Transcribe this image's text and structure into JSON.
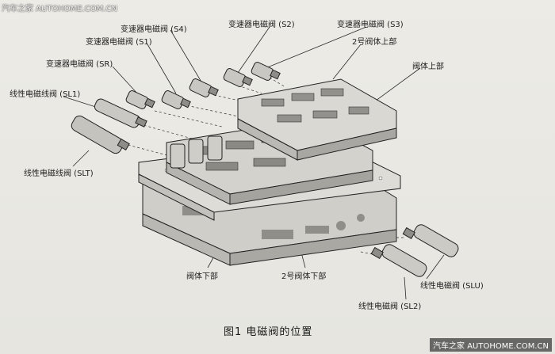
{
  "watermark": {
    "top_left": "汽车之家 AUTOHOME.COM.CN",
    "bottom_right": "汽车之家 AUTOHOME.COM.CN"
  },
  "labels": {
    "s4": "变速器电磁阀 (S4)",
    "s2": "变速器电磁阀 (S2)",
    "s3": "变速器电磁阀 (S3)",
    "s1": "变速器电磁阀 (S1)",
    "upper_body_2": "2号阀体上部",
    "sr": "变速器电磁阀 (SR)",
    "upper_body": "阀体上部",
    "sl1": "线性电磁线阀 (SL1)",
    "slt": "线性电磁线阀 (SLT)",
    "lower_body": "阀体下部",
    "lower_body_2": "2号阀体下部",
    "slu": "线性电磁阀 (SLU)",
    "sl2": "线性电磁阀 (SL2)"
  },
  "caption": "图1  电磁阀的位置",
  "colors": {
    "line": "#222222",
    "body": "#d8d7d1"
  }
}
